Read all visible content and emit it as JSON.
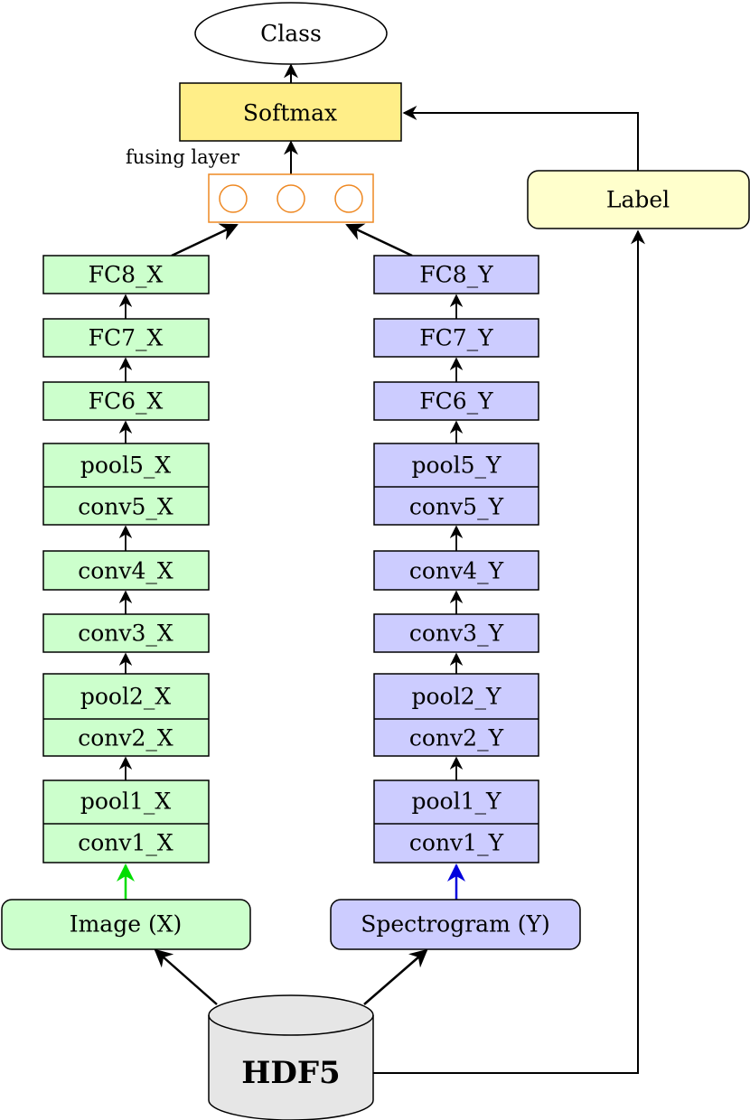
{
  "colors": {
    "branch_x_fill": "#ccffcc",
    "branch_y_fill": "#ccccff",
    "softmax_fill": "#ffee88",
    "label_fill": "#ffffcc",
    "fusing_stroke": "#ee8822",
    "arrow_x": "#00dd00",
    "arrow_y": "#0000dd",
    "db_fill": "#e6e6e6"
  },
  "nodes": {
    "class": "Class",
    "softmax": "Softmax",
    "fusing_layer": "fusing layer",
    "label": "Label",
    "hdf5": "HDF5",
    "input_x": "Image (X)",
    "input_y": "Spectrogram (Y)"
  },
  "branch_x": {
    "fc8": "FC8_X",
    "fc7": "FC7_X",
    "fc6": "FC6_X",
    "pool5": "pool5_X",
    "conv5": "conv5_X",
    "conv4": "conv4_X",
    "conv3": "conv3_X",
    "pool2": "pool2_X",
    "conv2": "conv2_X",
    "pool1": "pool1_X",
    "conv1": "conv1_X"
  },
  "branch_y": {
    "fc8": "FC8_Y",
    "fc7": "FC7_Y",
    "fc6": "FC6_Y",
    "pool5": "pool5_Y",
    "conv5": "conv5_Y",
    "conv4": "conv4_Y",
    "conv3": "conv3_Y",
    "pool2": "pool2_Y",
    "conv2": "conv2_Y",
    "pool1": "pool1_Y",
    "conv1": "conv1_Y"
  }
}
